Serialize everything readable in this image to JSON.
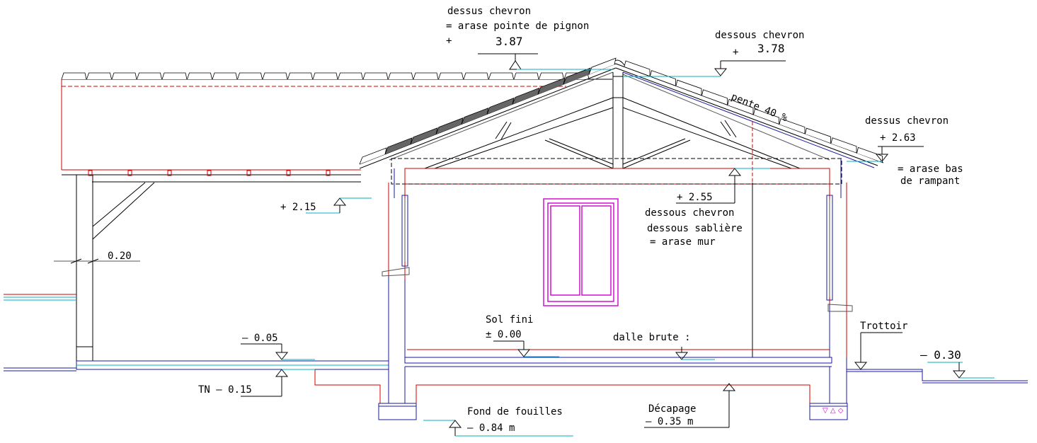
{
  "colors": {
    "structure": "#d00000",
    "outline": "#000000",
    "foundation": "#1a1aa0",
    "dimension": "#00b0c8",
    "window": "#d000d0"
  },
  "labels": {
    "ridge_top": {
      "l1": "dessus chevron",
      "l2": "= arase pointe de pignon",
      "sign": "+",
      "value": "3.87"
    },
    "ridge_under": {
      "l1": "dessous chevron",
      "sign": "+",
      "value": "3.78"
    },
    "slope": "pente 40 %",
    "eave_top": {
      "l1": "dessus chevron",
      "value": "+ 2.63",
      "l2": "= arase bas",
      "l3": "de rampant"
    },
    "wall_top": {
      "value": "+ 2.55",
      "l1": "dessous chevron",
      "l2": "dessous sablière",
      "l3": "= arase mur"
    },
    "canopy_level": "+ 2.15",
    "post": "0.20",
    "floor_finish": {
      "l1": "Sol fini",
      "value": "± 0.00"
    },
    "slab": "dalle brute :",
    "canopy_floor": "– 0.05",
    "natural_ground": "TN – 0.15",
    "sidewalk": "Trottoir",
    "right_ground": "– 0.30",
    "footing": {
      "l1": "Fond de fouilles",
      "value": "– 0.84 m"
    },
    "stripping": {
      "l1": "Décapage",
      "value": "– 0.35 m"
    }
  }
}
